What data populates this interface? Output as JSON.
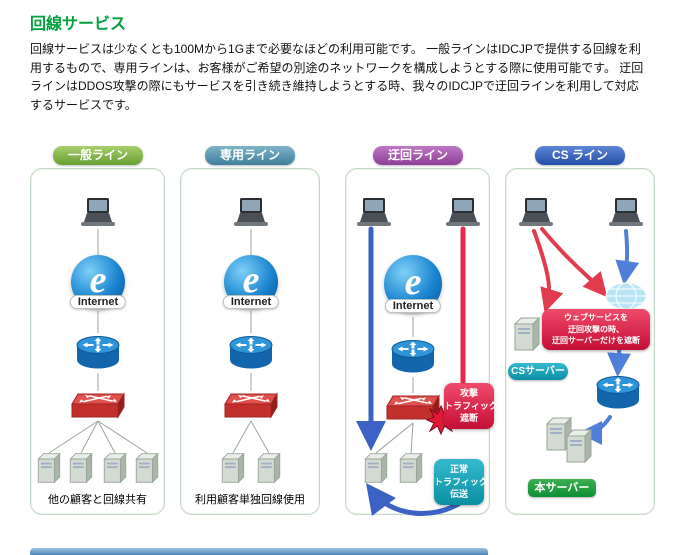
{
  "page": {
    "title": "回線サービス",
    "description": "回線サービスは少なくとも100Mから1Gまで必要なほどの利用可能です。 一般ラインはIDCJPで提供する回線を利用するもので、専用ラインは、お客様がご希望の別途のネットワークを構成しようとする際に使用可能です。 迂回ラインはDDOS攻撃の際にもサービスを引き続き維持しようとする時、我々のIDCJPで迂回ラインを利用して対応するサービスです。"
  },
  "colors": {
    "title_green": "#00a03c",
    "badge_general": "#679f33",
    "badge_dedicated": "#3f7f9b",
    "badge_bypass": "#8e3f96",
    "badge_cs": "#2450a8",
    "attack_red": "#c40f35",
    "normal_teal": "#0b8fa3",
    "server_green": "#0d8f33",
    "path_blue": "#3b62c4",
    "path_red": "#e8274b"
  },
  "icons": {
    "internet_e": "e"
  },
  "columns": [
    {
      "badge": "一般ライン",
      "internet_label": "Internet",
      "caption": "他の顧客と回線共有"
    },
    {
      "badge": "専用ライン",
      "internet_label": "Internet",
      "caption": "利用顧客単独回線使用"
    },
    {
      "badge": "迂回ライン",
      "internet_label": "Internet",
      "attack_lines": [
        "攻撃",
        "トラフィック",
        "遮断"
      ],
      "normal_lines": [
        "正常",
        "トラフィック",
        "伝送"
      ]
    },
    {
      "badge": "CS ライン",
      "note_lines": [
        "ウェブサービスを",
        "迂回攻撃の時、",
        "迂回サーバーだけを遮断"
      ],
      "cs_server_label": "CSサーバー",
      "main_server_label": "本サーバー"
    }
  ]
}
